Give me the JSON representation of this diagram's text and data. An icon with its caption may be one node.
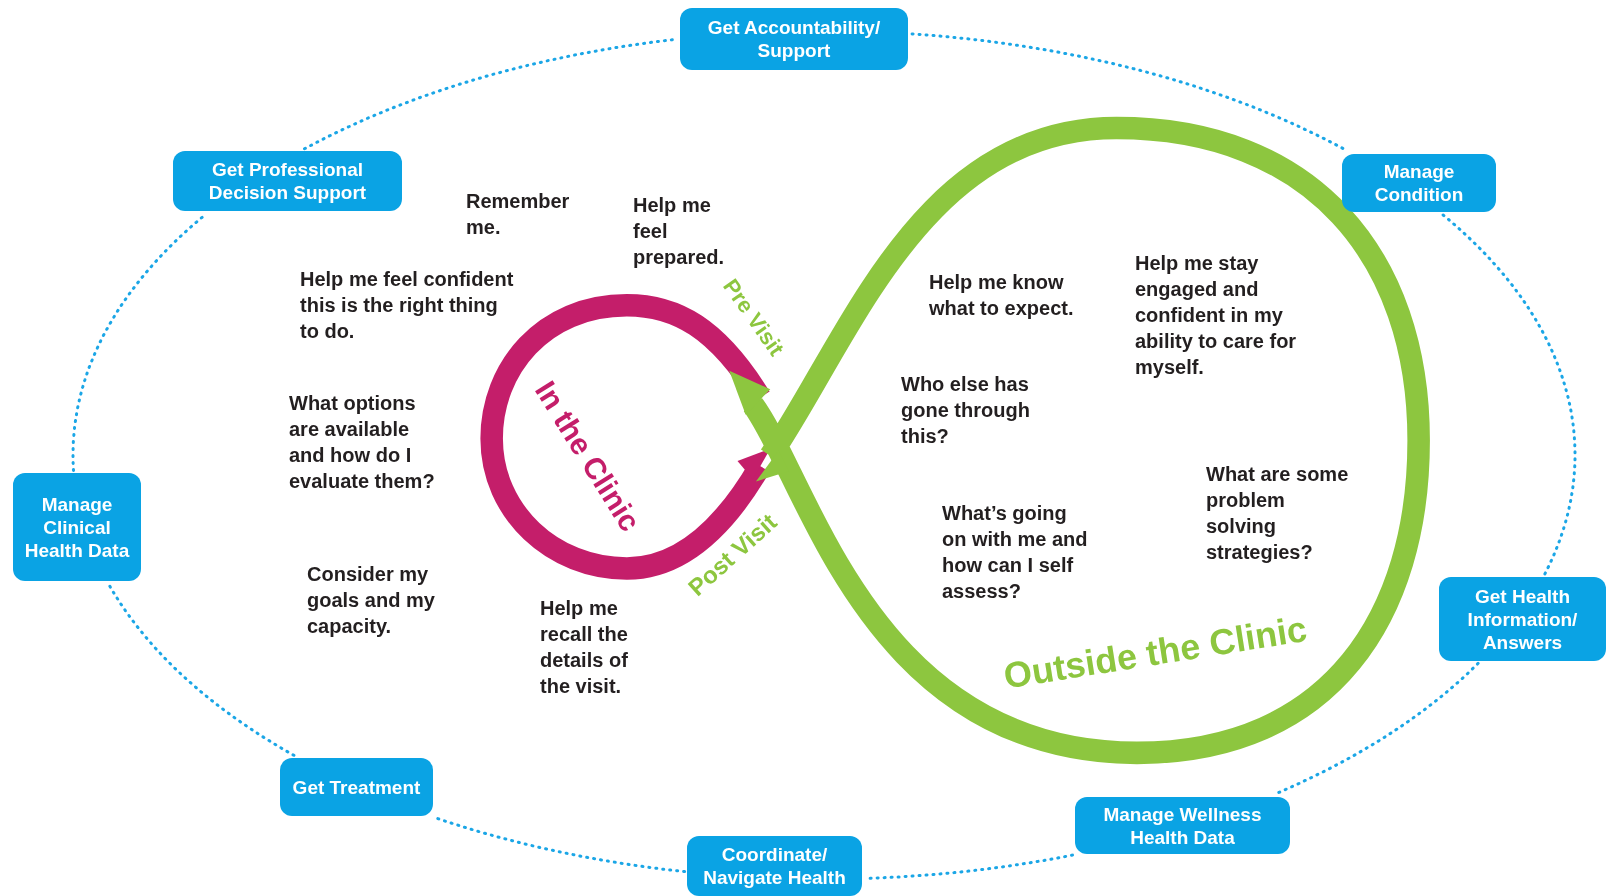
{
  "diagram": {
    "nodes": [
      {
        "text": [
          "Get Accountability/ Support"
        ]
      },
      {
        "text": [
          "Manage Condition"
        ]
      },
      {
        "text": [
          "Get Health Information/ Answers"
        ]
      },
      {
        "text": [
          "Manage Wellness Health Data"
        ]
      },
      {
        "text": [
          "Coordinate/ Navigate Health"
        ]
      },
      {
        "text": [
          "Get Treatment"
        ]
      },
      {
        "text": [
          "Manage Clinical Health Data"
        ]
      },
      {
        "text": [
          "Get Professional Decision Support"
        ]
      }
    ],
    "edges": [
      {
        "from": 0,
        "to": 1,
        "arrow": "none",
        "style": "dashed"
      },
      {
        "from": 1,
        "to": 2,
        "arrow": "none",
        "style": "dashed"
      },
      {
        "from": 2,
        "to": 3,
        "arrow": "none",
        "style": "dashed"
      },
      {
        "from": 3,
        "to": 4,
        "arrow": "none",
        "style": "dashed"
      },
      {
        "from": 4,
        "to": 5,
        "arrow": "none",
        "style": "dashed"
      },
      {
        "from": 5,
        "to": 6,
        "arrow": "none",
        "style": "dashed"
      },
      {
        "from": 6,
        "to": 7,
        "arrow": "none",
        "style": "dashed"
      },
      {
        "from": 7,
        "to": 0,
        "arrow": "none",
        "style": "dashed"
      }
    ],
    "labels": [
      "Remember me.",
      "Help me feel prepared.",
      "Help me feel confident this is the right thing to do.",
      "Pre Visit",
      "Help me know what to expect.",
      "Help me stay engaged and confident in my ability to care for myself.",
      "Who else has gone through this?",
      "What options are available and how do I evaluate them?",
      "In the Clinic",
      "What are some problem solving strategies?",
      "What’s going on with me and how can I self assess?",
      "Post Visit",
      "Consider my goals and my capacity.",
      "Help me recall the details of the visit.",
      "Outside the Clinic"
    ]
  }
}
